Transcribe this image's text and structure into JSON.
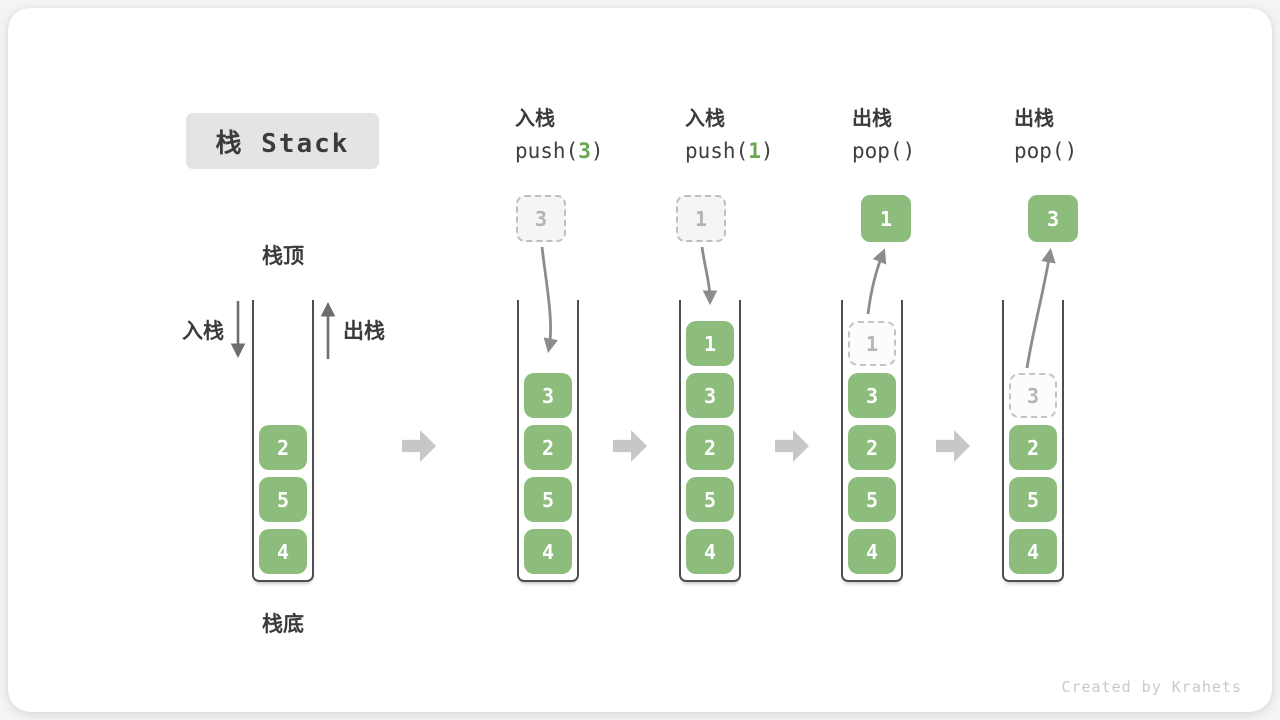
{
  "title": "栈 Stack",
  "side_labels": {
    "stack_top": "栈顶",
    "stack_bottom": "栈底",
    "push": "入栈",
    "pop": "出栈"
  },
  "operations": [
    {
      "name": "入栈",
      "code_prefix": "push(",
      "arg": "3",
      "code_suffix": ")"
    },
    {
      "name": "入栈",
      "code_prefix": "push(",
      "arg": "1",
      "code_suffix": ")"
    },
    {
      "name": "出栈",
      "code_prefix": "pop()",
      "arg": "",
      "code_suffix": ""
    },
    {
      "name": "出栈",
      "code_prefix": "pop()",
      "arg": "",
      "code_suffix": ""
    }
  ],
  "stacks": [
    {
      "cells": [
        "2",
        "5",
        "4"
      ]
    },
    {
      "incoming": "3",
      "cells": [
        "3",
        "2",
        "5",
        "4"
      ]
    },
    {
      "incoming": "1",
      "cells": [
        "1",
        "3",
        "2",
        "5",
        "4"
      ]
    },
    {
      "popped": "1",
      "ghost": "1",
      "cells": [
        "3",
        "2",
        "5",
        "4"
      ]
    },
    {
      "popped": "3",
      "ghost": "3",
      "cells": [
        "2",
        "5",
        "4"
      ]
    }
  ],
  "credit": "Created by Krahets",
  "colors": {
    "box_green": "#8dbd7d",
    "code_arg_green": "#67a84f",
    "curve_arrow_gray": "#8c8c8c",
    "straight_arrow_gray": "#6e6e6e",
    "block_arrow_gray": "#c7c7c7"
  }
}
